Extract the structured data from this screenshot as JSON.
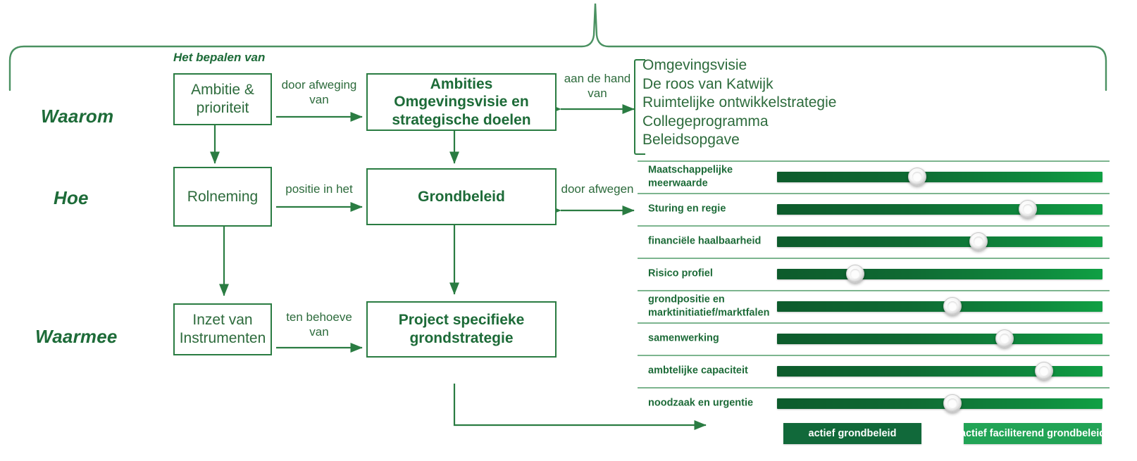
{
  "theme": {
    "dark_green": "#11693a",
    "mid_green": "#2a7c42",
    "text_green": "#2d6b3c",
    "light_green": "#22a456",
    "divider_green": "#7db58f",
    "background": "#ffffff"
  },
  "row_labels": [
    {
      "id": "waarom",
      "label": "Waarom"
    },
    {
      "id": "hoe",
      "label": "Hoe"
    },
    {
      "id": "waarmee",
      "label": "Waarmee"
    }
  ],
  "section_caption": "Het bepalen van",
  "nodes": [
    {
      "id": "ambitie-prioriteit",
      "label": "Ambitie & prioriteit",
      "style": "plain"
    },
    {
      "id": "ambities-omgevingsvisie",
      "label": "Ambities Omgevingsvisie en strategische doelen",
      "style": "bold"
    },
    {
      "id": "rolneming",
      "label": "Rolneming",
      "style": "plain"
    },
    {
      "id": "grondbeleid",
      "label": "Grondbeleid",
      "style": "bold"
    },
    {
      "id": "inzet-instrumenten",
      "label": "Inzet van Instrumenten",
      "style": "plain"
    },
    {
      "id": "project-grondstrategie",
      "label": "Project specifieke grondstrategie",
      "style": "bold"
    }
  ],
  "edge_labels": [
    {
      "id": "door-afweging-van",
      "line1": "door afweging",
      "line2": "van"
    },
    {
      "id": "aan-de-hand-van",
      "line1": "aan de hand",
      "line2": "van"
    },
    {
      "id": "positie-in-het",
      "line1": "positie in het",
      "line2": ""
    },
    {
      "id": "door-afwegen",
      "line1": "door afwegen",
      "line2": ""
    },
    {
      "id": "ten-behoeve-van",
      "line1": "ten behoeve",
      "line2": "van"
    }
  ],
  "source_list": {
    "items": [
      "Omgevingsvisie",
      "De roos van Katwijk",
      "Ruimtelijke ontwikkelstrategie",
      "Collegeprogramma",
      "Beleidsopgave"
    ]
  },
  "chart_data": {
    "type": "bar",
    "title": "",
    "xlabel": "",
    "ylabel": "",
    "xlim": [
      0,
      100
    ],
    "grid": false,
    "legend_position": "bottom",
    "categories": [
      "Maatschappelijke meerwaarde",
      "Sturing en regie",
      "financiële haalbaarheid",
      "Risico profiel",
      "grondpositie en marktinitiatief/marktfalen",
      "samenwerking",
      "ambtelijke capaciteit",
      "noodzaak en urgentie"
    ],
    "values": [
      43,
      77,
      62,
      24,
      54,
      70,
      82,
      54
    ],
    "legend": [
      "actief grondbeleid",
      "actief faciliterend grondbeleid"
    ]
  },
  "sliders": [
    {
      "id": "maatschappelijke-meerwaarde",
      "label": "Maatschappelijke meerwaarde",
      "value": 43
    },
    {
      "id": "sturing-en-regie",
      "label": "Sturing en regie",
      "value": 77
    },
    {
      "id": "financiele-haalbaarheid",
      "label": "financiële haalbaarheid",
      "value": 62
    },
    {
      "id": "risico-profiel",
      "label": "Risico profiel",
      "value": 24
    },
    {
      "id": "grondpositie-marktfalen",
      "label": "grondpositie en marktinitiatief/marktfalen",
      "value": 54
    },
    {
      "id": "samenwerking",
      "label": "samenwerking",
      "value": 70
    },
    {
      "id": "ambtelijke-capaciteit",
      "label": "ambtelijke capaciteit",
      "value": 82
    },
    {
      "id": "noodzaak-en-urgentie",
      "label": "noodzaak en urgentie",
      "value": 54
    }
  ],
  "legend": {
    "left_label": "actief grondbeleid",
    "right_label": "actief faciliterend grondbeleid"
  }
}
